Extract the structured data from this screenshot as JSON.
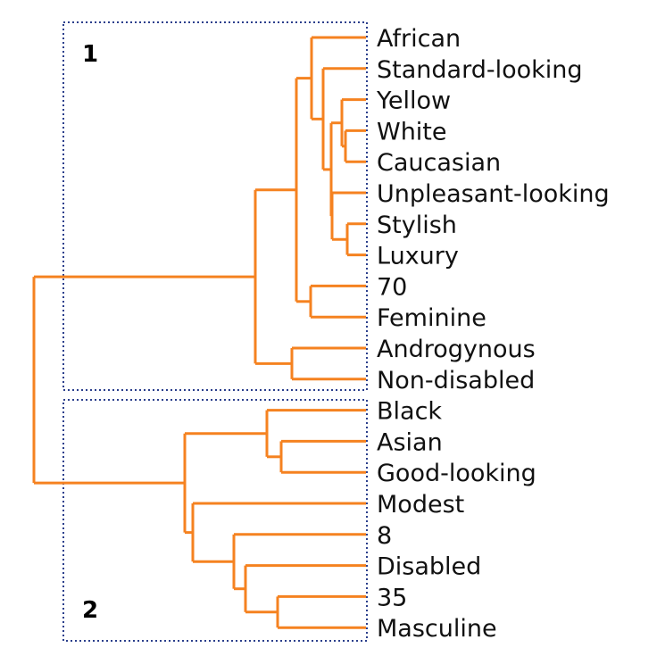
{
  "colors": {
    "branch": "#f58220",
    "box": "#2b3f8c",
    "text": "#111111"
  },
  "leaves": [
    "African",
    "Standard-looking",
    "Yellow",
    "White",
    "Caucasian",
    "Unpleasant-looking",
    "Stylish",
    "Luxury",
    "70",
    "Feminine",
    "Androgynous",
    "Non-disabled",
    "Black",
    "Asian",
    "Good-looking",
    "Modest",
    "8",
    "Disabled",
    "35",
    "Masculine"
  ],
  "clusters": [
    {
      "label": "1",
      "first_leaf": 0,
      "last_leaf": 11
    },
    {
      "label": "2",
      "first_leaf": 12,
      "last_leaf": 19
    }
  ]
}
